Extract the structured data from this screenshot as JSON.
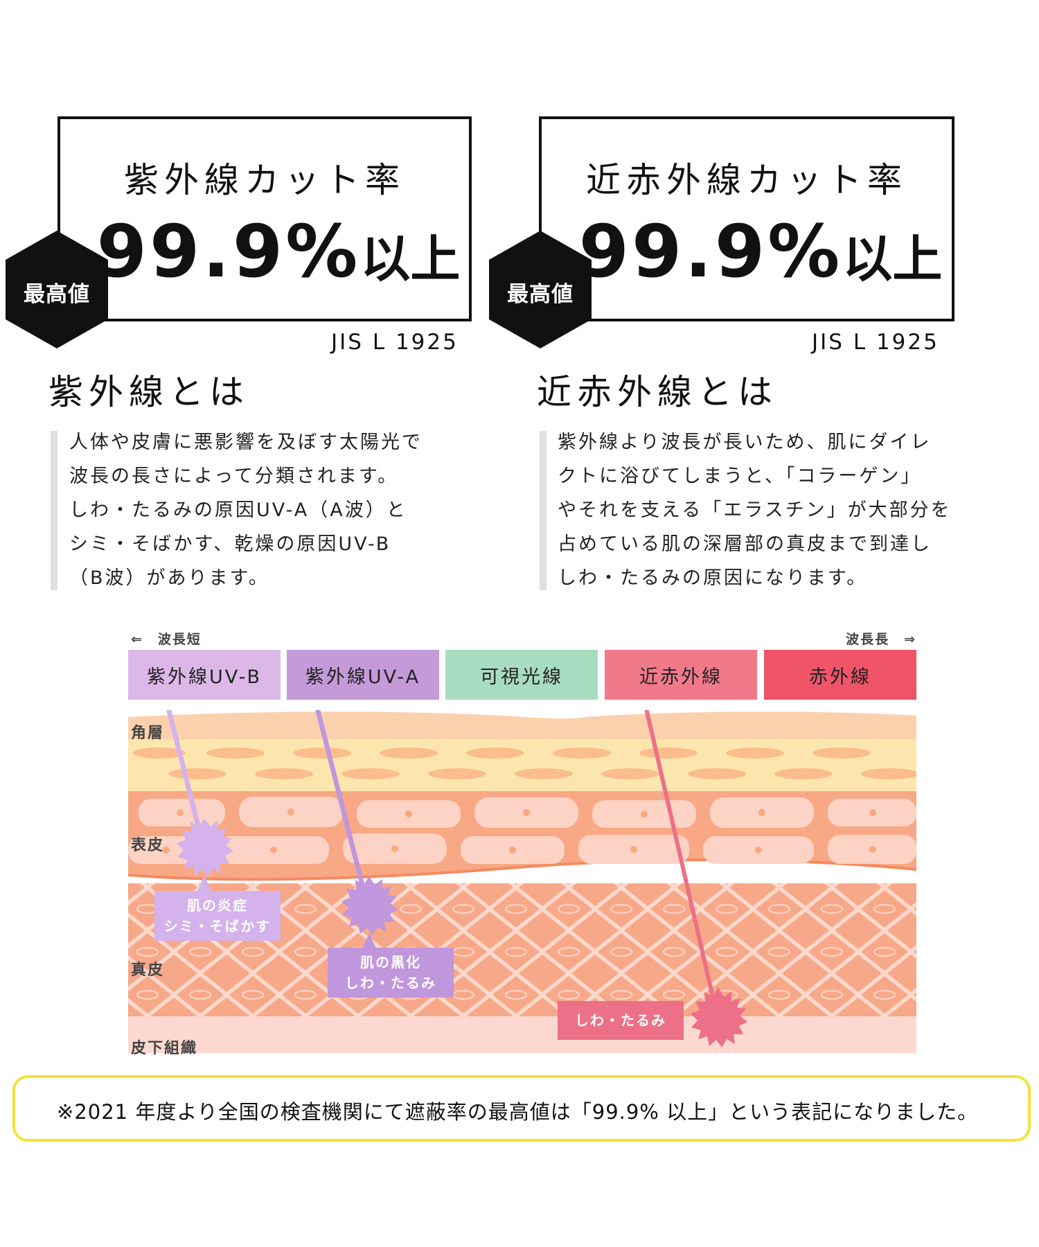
{
  "cards": [
    {
      "title": "紫外線カット率",
      "value": "99.9%",
      "value_suffix": "以上",
      "badge": "最高値",
      "standard": "JIS L 1925",
      "heading": "紫外線とは",
      "body_lines": [
        "人体や皮膚に悪影響を及ぼす太陽光で",
        "波長の長さによって分類されます。",
        "しわ・たるみの原因UV-A（A波）と",
        "シミ・そばかす、乾燥の原因UV-B",
        "（B波）があります。"
      ]
    },
    {
      "title": "近赤外線カット率",
      "value": "99.9%",
      "value_suffix": "以上",
      "badge": "最高値",
      "standard": "JIS L 1925",
      "heading": "近赤外線とは",
      "body_lines": [
        "紫外線より波長が長いため、肌にダイレ",
        "クトに浴びてしまうと、「コラーゲン」",
        "やそれを支える「エラスチン」が大部分を",
        "占めている肌の深層部の真皮まで到達し",
        "しわ・たるみの原因になります。"
      ]
    }
  ],
  "diagram": {
    "wavelength_short": "⇐　波長短",
    "wavelength_long": "波長長　⇒",
    "bands": [
      {
        "label": "紫外線UV-B",
        "color": "#dcb8e8"
      },
      {
        "label": "紫外線UV-A",
        "color": "#c49ad8"
      },
      {
        "label": "可視光線",
        "color": "#a8dcc0"
      },
      {
        "label": "近赤外線",
        "color": "#f07a8a"
      },
      {
        "label": "赤外線",
        "color": "#f05468"
      }
    ],
    "layers": [
      {
        "label": "角層"
      },
      {
        "label": "表皮"
      },
      {
        "label": "真皮"
      },
      {
        "label": "皮下組織"
      }
    ],
    "effects": [
      {
        "lines": [
          "肌の炎症",
          "シミ・そばかす"
        ],
        "color": "#d4b2ec"
      },
      {
        "lines": [
          "肌の黒化",
          "しわ・たるみ"
        ],
        "color": "#c096dc"
      },
      {
        "lines": [
          "しわ・たるみ"
        ],
        "color": "#ec7088"
      }
    ],
    "colors": {
      "stratum_corneum": "#fbd1ad",
      "granular": "#fde6ad",
      "epidermis": "#f8a884",
      "cell": "#fcd3c4",
      "dermis": "#f7a888",
      "dermis_line": "#fdd8cc",
      "subcutis": "#fdd8d0"
    }
  },
  "footer": {
    "note": "※2021 年度より全国の検査機関にて遮蔽率の最高値は「99.9% 以上」という表記になりました。",
    "border_color": "#f3e23a"
  }
}
